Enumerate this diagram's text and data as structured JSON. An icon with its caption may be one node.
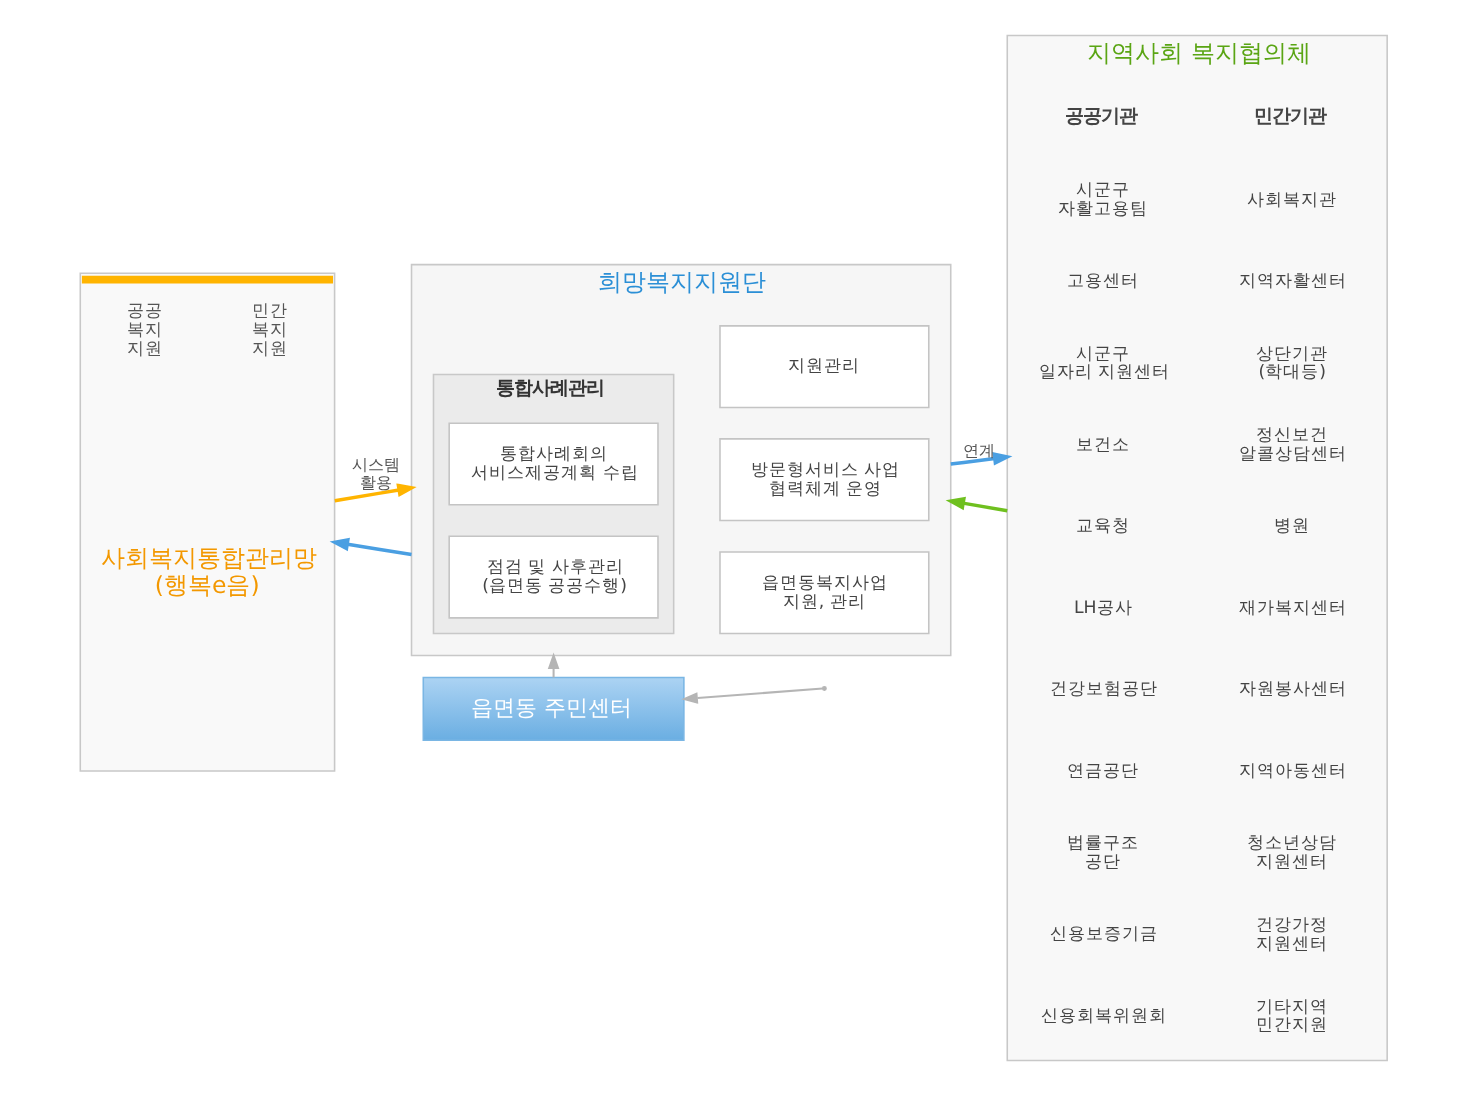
{
  "diagram": {
    "nodes": [
      {
        "text": [
          "공공 복지 지원",
          "민간 복지 지원",
          "사회복지통합관리망 (행복e음)"
        ]
      },
      {
        "text": [
          "희망복지지원단"
        ]
      },
      {
        "text": [
          "통합사례관리"
        ],
        "in": 1
      },
      {
        "text": [
          "지원관리"
        ],
        "in": 1
      },
      {
        "text": [
          "통합사례회의 서비스제공계획 수립"
        ],
        "in": 2
      },
      {
        "text": [
          "방문형서비스 사업 협력체계 운영"
        ],
        "in": 1
      },
      {
        "text": [
          "점검 및 사후관리 (읍면동 공공수행)"
        ],
        "in": 2
      },
      {
        "text": [
          "읍면동복지사업 지원, 관리"
        ],
        "in": 1
      },
      {
        "text": [
          "읍면동 주민센터"
        ]
      },
      {
        "text": [
          "지역사회 복지협의체"
        ]
      }
    ],
    "edges": [
      {
        "from": 0,
        "to": 1,
        "arrow": "to",
        "label": "시스템 활용",
        "color": "#ffb400"
      },
      {
        "from": 1,
        "to": 0,
        "arrow": "to",
        "color": "#4a9fe2"
      },
      {
        "from": 1,
        "to": 9,
        "arrow": "to",
        "label": "연계",
        "color": "#4a9fe2"
      },
      {
        "from": 9,
        "to": 1,
        "arrow": "to",
        "color": "#6fc01f"
      },
      {
        "from": 8,
        "to": 1,
        "arrow": "to",
        "color": "#b5b5b5"
      },
      {
        "from": null,
        "to": 8,
        "arrow": "to",
        "color": "#b5b5b5"
      }
    ],
    "labels": [
      "공공기관",
      "민간기관",
      "시군구 자활고용팀",
      "사회복지관",
      "고용센터",
      "지역자활센터",
      "시군구 일자리 지원센터",
      "상단기관 (학대등)",
      "보건소",
      "정신보건 알콜상담센터",
      "교육청",
      "병원",
      "LH공사",
      "재가복지센터",
      "건강보험공단",
      "자원봉사센터",
      "연금공단",
      "지역아동센터",
      "법률구조 공단",
      "청소년상담 지원센터",
      "신용보증기금",
      "건강가정 지원센터",
      "신용회복위원회",
      "기타지역 민간지원"
    ]
  }
}
